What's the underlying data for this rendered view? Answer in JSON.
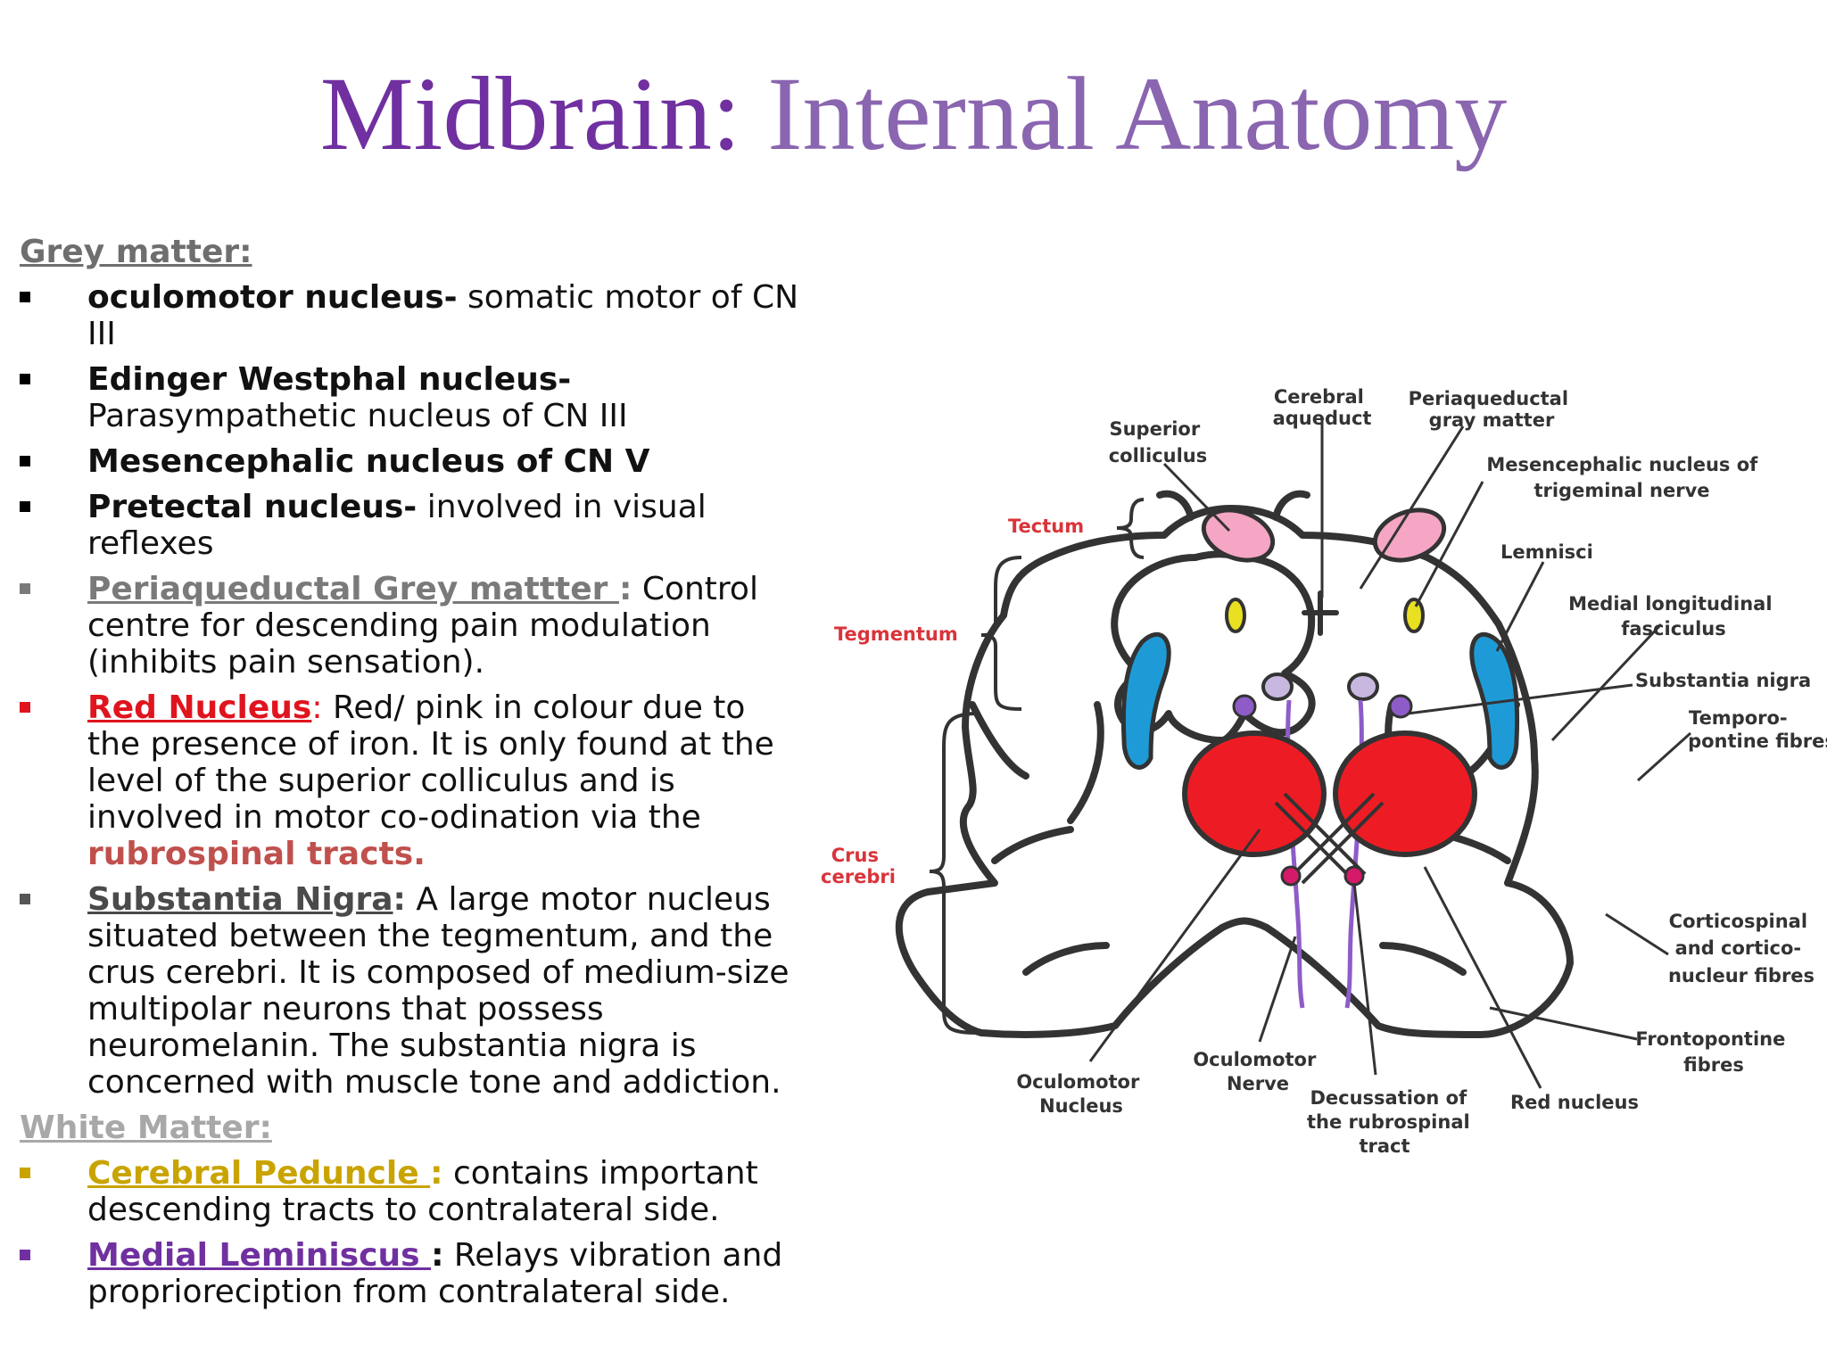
{
  "title": {
    "part1": "Midbrain:",
    "part2": "Internal Anatomy"
  },
  "grey_matter": {
    "heading": "Grey matter:",
    "items": [
      {
        "bold": "oculomotor nucleus-",
        "text": " somatic motor of CN III"
      },
      {
        "bold": "Edinger Westphal nucleus-",
        "text": " Parasympathetic nucleus of CN III"
      },
      {
        "bold": "Mesencephalic nucleus of CN V",
        "text": ""
      },
      {
        "bold": "Pretectal nucleus-",
        "text": " involved in visual reflexes"
      },
      {
        "link": "Periaqueductal Grey mattter ",
        "sep": ":",
        "text": " Control centre for descending pain modulation (inhibits pain sensation)."
      },
      {
        "link": "Red Nucleus",
        "sep": ":",
        "text": " Red/ pink  in colour due to the presence of iron. It is only found at the level of the superior colliculus and is involved in motor co-odination via the ",
        "emph": "rubrospinal tracts."
      },
      {
        "link": "Substantia Nigra",
        "sep": ":",
        "text": "  A large motor nucleus situated between the tegmentum, and the crus cerebri. It is composed of medium-size multipolar neurons that possess neuromelanin. The substantia nigra is concerned with muscle tone and addiction."
      }
    ]
  },
  "white_matter": {
    "heading": "White Matter:",
    "items": [
      {
        "link": "Cerebral Peduncle ",
        "sep": ":",
        "text": " contains important descending tracts to contralateral side."
      },
      {
        "link": "Medial Leminiscus ",
        "sep": ":",
        "text": " Relays vibration and proprioreciption from contralateral side."
      }
    ]
  },
  "colors": {
    "title_dark": "#7030A0",
    "title_light": "#8A65B0",
    "red_nucleus": "#ED1C24",
    "superior_colliculus": "#F4A6C4",
    "substantia_nigra": "#1E9BD7",
    "medial_lemniscus": "#8E5CC8",
    "oculomotor_nucleus": "#C8B8E0",
    "edinger": "#E8E020",
    "bullet_grey": "#7a7a7a",
    "bullet_red": "#e0141e",
    "bullet_gold": "#c9a400",
    "bullet_purple": "#7030A0"
  },
  "diagram": {
    "labels": {
      "cerebral_aqueduct": [
        "Cerebral",
        "aqueduct"
      ],
      "periaqueductal": [
        "Periaqueductal",
        "gray matter"
      ],
      "superior_colliculus": [
        "Superior",
        "colliculus"
      ],
      "mesencephalic": [
        "Mesencephalic nucleus of",
        "trigeminal nerve"
      ],
      "tectum": "Tectum",
      "lemnisci": "Lemnisci",
      "mlf": [
        "Medial longitudinal",
        "fasciculus"
      ],
      "tegmentum": "Tegmentum",
      "substantia_nigra": "Substantia nigra",
      "temporo": [
        "Temporo-",
        "pontine fibres"
      ],
      "crus": [
        "Crus",
        "cerebri"
      ],
      "corticospinal": [
        "Corticospinal",
        "and cortico-",
        "nucleur fibres"
      ],
      "frontopontine": [
        "Frontopontine",
        "fibres"
      ],
      "oculomotor_nucleus": [
        "Oculomotor",
        "Nucleus"
      ],
      "oculomotor_nerve": [
        "Oculomotor",
        "Nerve"
      ],
      "decussation": [
        "Decussation of",
        "the rubrospinal",
        "tract"
      ],
      "red_nucleus": "Red nucleus"
    }
  }
}
